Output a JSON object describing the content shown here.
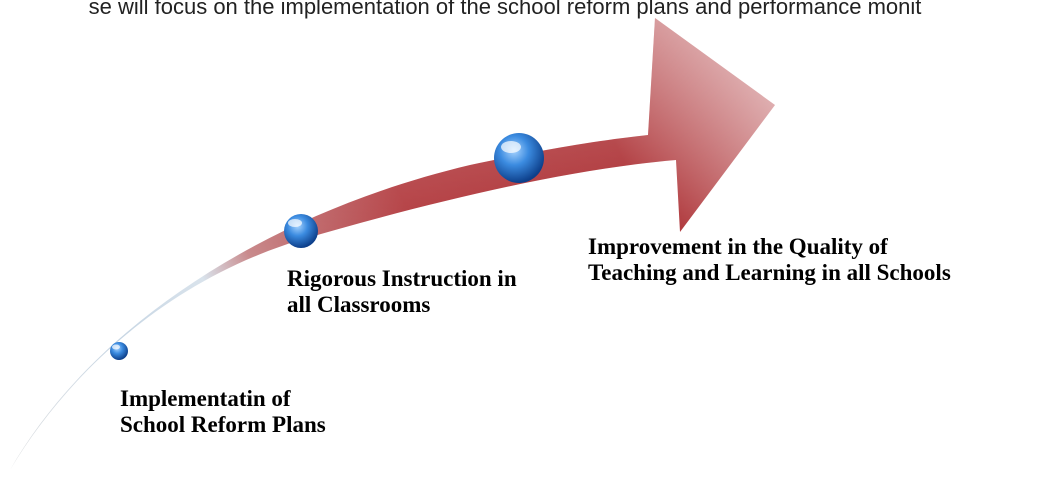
{
  "intro_text": "se will focus on the implementation of the school reform plans and performance monit",
  "steps": [
    {
      "lines": [
        "Implementatin of",
        "School Reform Plans"
      ]
    },
    {
      "lines": [
        "Rigorous Instruction in",
        "all Classrooms"
      ]
    },
    {
      "lines": [
        "Improvement in the Quality of",
        "Teaching and Learning in all Schools"
      ]
    }
  ],
  "colors": {
    "arrow_start": "#dfe9f2",
    "arrow_mid": "#b8cde0",
    "arrow_end": "#a8282c",
    "sphere": "#2f7fd6"
  }
}
